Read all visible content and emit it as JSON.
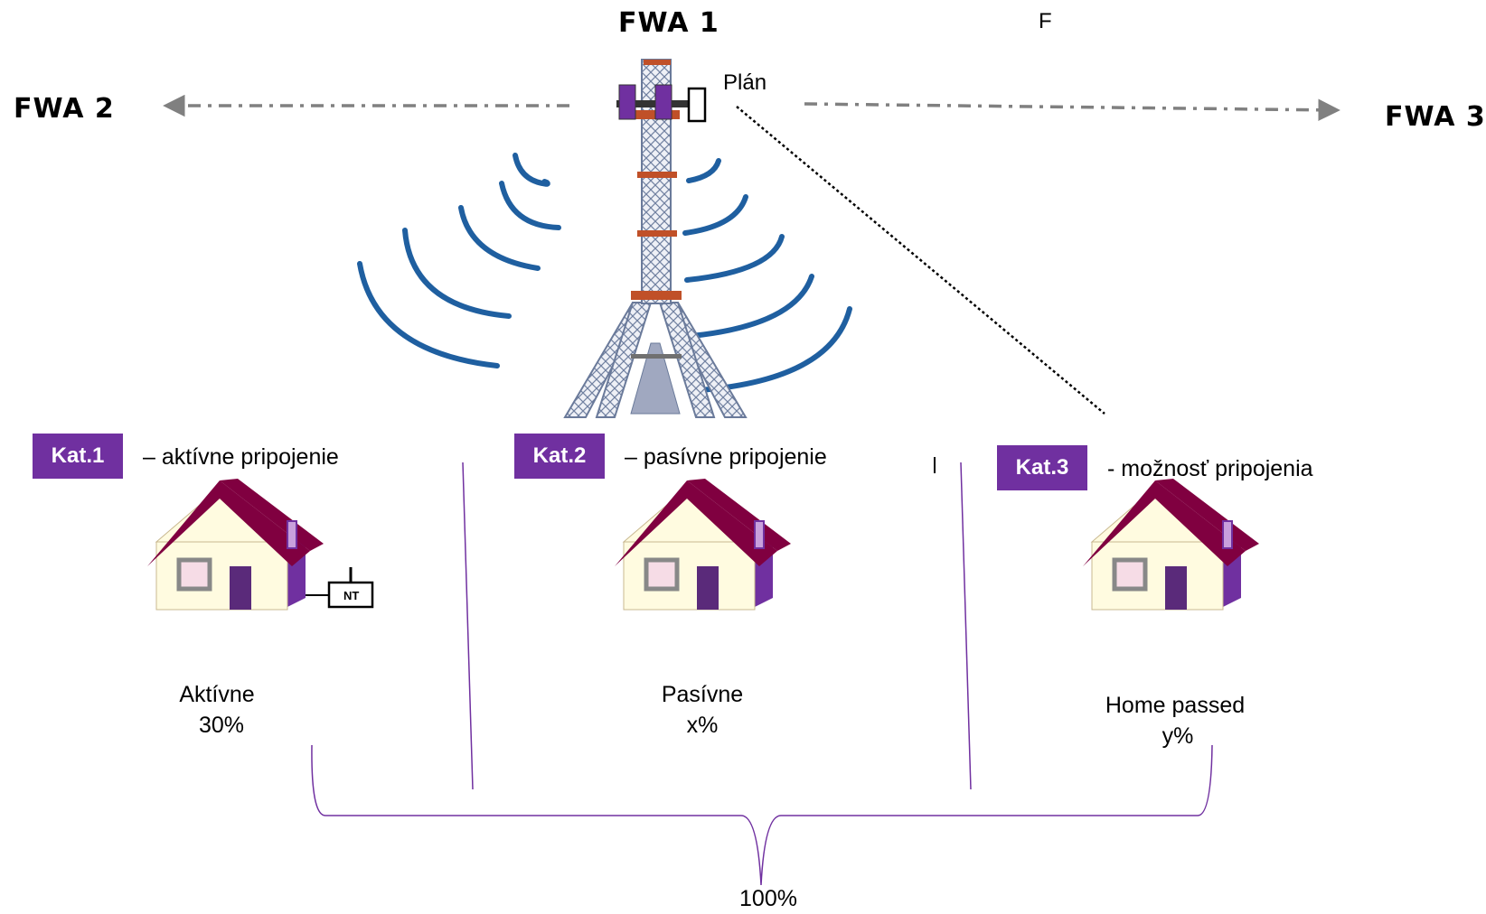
{
  "towers": {
    "main": "FWA 1",
    "left": "FWA 2",
    "right": "FWA 3"
  },
  "top_letter": "F",
  "plan_label": "Plán",
  "categories": [
    {
      "badge": "Kat.1",
      "description": "– aktívne pripojenie",
      "name": "Aktívne",
      "share": "30%"
    },
    {
      "badge": "Kat.2",
      "description": "– pasívne pripojenie",
      "name": "Pasívne",
      "share": "x%"
    },
    {
      "badge": "Kat.3",
      "description": "-  možnosť pripojenia",
      "name": "Home passed",
      "share": "y%"
    }
  ],
  "nt_label": "NT",
  "total": "100%",
  "colors": {
    "accent": "#7030a0",
    "roof": "#800040",
    "waves": "#1f5fa0",
    "tower": "#8090b0",
    "ring": "#c05028",
    "brace": "#7030a0",
    "arrow": "#808080"
  }
}
